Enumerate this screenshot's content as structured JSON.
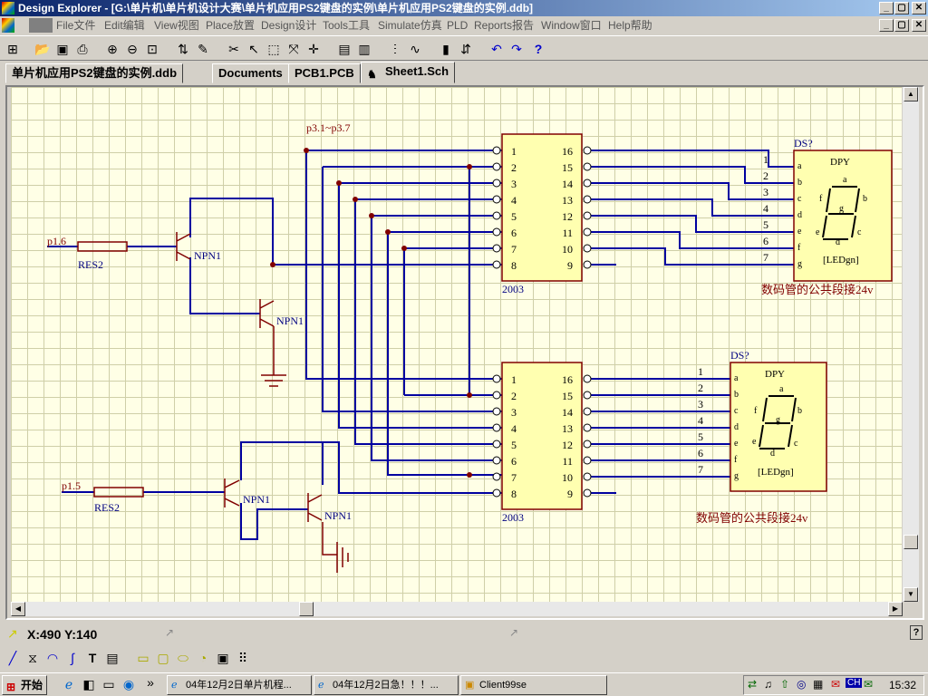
{
  "window": {
    "title": "Design Explorer - [G:\\单片机\\单片机设计大赛\\单片机应用PS2键盘的实例\\单片机应用PS2键盘的实例.ddb]",
    "min": "_",
    "max": "▢",
    "close": "✕"
  },
  "menu": [
    "File文件",
    "Edit编辑",
    "View视图",
    "Place放置",
    "Design设计",
    "Tools工具",
    "Simulate仿真",
    "PLD",
    "Reports报告",
    "Window窗口",
    "Help帮助"
  ],
  "toolbar_icons": [
    "project-tree-icon",
    "open-folder-icon",
    "save-icon",
    "print-icon",
    "zoom-in-icon",
    "zoom-out-icon",
    "zoom-fit-icon",
    "hierarchy-icon",
    "pencil-icon",
    "cut-icon",
    "select-icon",
    "area-select-icon",
    "move-icon",
    "cross-icon",
    "lib-icon",
    "browse-icon",
    "find-icon",
    "wave-icon",
    "library-icon",
    "compile-icon",
    "undo-icon",
    "redo-icon",
    "help-icon"
  ],
  "tabs": [
    {
      "label": "单片机应用PS2键盘的实例.ddb"
    },
    {
      "label": "Documents"
    },
    {
      "label": "PCB1.PCB"
    },
    {
      "label": "Sheet1.Sch",
      "active": true
    }
  ],
  "status": {
    "coords": "X:490 Y:140"
  },
  "schematic": {
    "net_label_top": "p3.1~p3.7",
    "port_p16": "p1.6",
    "port_p15": "p1.5",
    "res": "RES2",
    "npn": "NPN1",
    "chip": "2003",
    "left_pins": [
      "1",
      "2",
      "3",
      "4",
      "5",
      "6",
      "7",
      "8"
    ],
    "right_pins": [
      "16",
      "15",
      "14",
      "13",
      "12",
      "11",
      "10",
      "9"
    ],
    "ds_label": "DS?",
    "dpy": "DPY",
    "seg_pins": [
      "a",
      "b",
      "c",
      "d",
      "e",
      "f",
      "g"
    ],
    "seg_nums": [
      "1",
      "2",
      "3",
      "4",
      "5",
      "6",
      "7"
    ],
    "ledgn": "[LEDgn]",
    "note": "数码管的公共段接24v",
    "seg_letters": {
      "a": "a",
      "b": "b",
      "c": "c",
      "d": "d",
      "e": "e",
      "f": "f",
      "g": "g"
    }
  },
  "taskbar": {
    "start": "开始",
    "tasks": [
      "04年12月2日单片机程...",
      "04年12月2日急！！！...",
      "Client99se"
    ],
    "ime": "CH",
    "time": "15:32"
  },
  "colors": {
    "wire": "#0000a0",
    "component": "#800000",
    "junction": "#800000",
    "chip_fill": "#ffffb0",
    "grid": "#cfcfa8"
  }
}
